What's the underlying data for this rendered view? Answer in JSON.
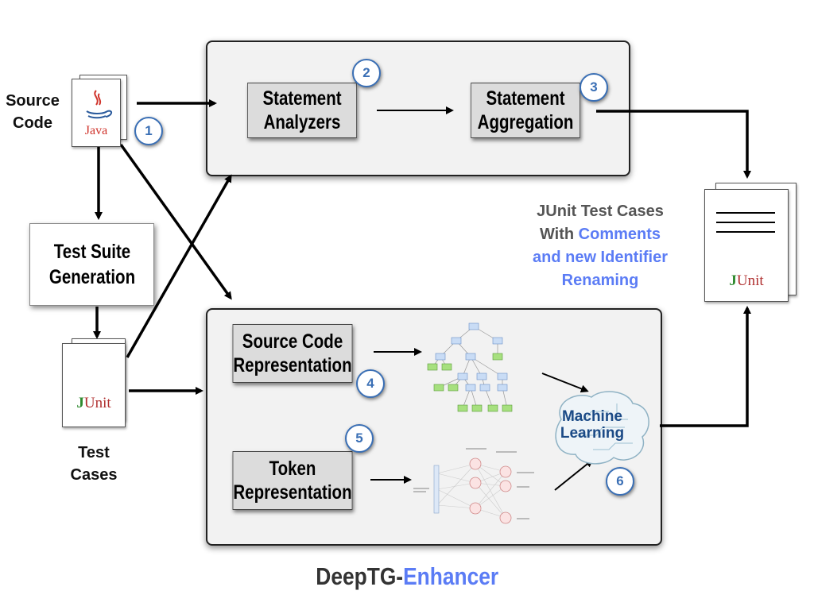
{
  "source_code": {
    "label_line1": "Source",
    "label_line2": "Code",
    "icon_text": "Java",
    "badge": "1"
  },
  "test_suite_generation": {
    "line1": "Test Suite",
    "line2": "Generation"
  },
  "test_cases": {
    "line1": "Test",
    "line2": "Cases",
    "icon_j": "J",
    "icon_rest": "Unit"
  },
  "statement_analyzers": {
    "line1": "Statement",
    "line2": "Analyzers",
    "badge": "2"
  },
  "statement_aggregation": {
    "line1": "Statement",
    "line2": "Aggregation",
    "badge": "3"
  },
  "source_code_representation": {
    "line1": "Source Code",
    "line2": "Representation",
    "badge": "4"
  },
  "token_representation": {
    "line1": "Token",
    "line2": "Representation",
    "badge": "5"
  },
  "machine_learning": {
    "line1": "Machine",
    "line2": "Learning",
    "badge": "6"
  },
  "output": {
    "line1": "JUnit Test Cases",
    "line2a": "With ",
    "line2b": "Comments",
    "line3": "and new Identifier",
    "line4": "Renaming",
    "icon_j": "J",
    "icon_rest": "Unit"
  },
  "title": {
    "part1": "DeepTG-",
    "part2": "Enhancer"
  },
  "colors": {
    "accent_blue": "#5b7cf5",
    "badge_blue": "#3a6fb5",
    "panel_bg": "#f2f2f2",
    "box_gray": "#dcdcdc"
  }
}
